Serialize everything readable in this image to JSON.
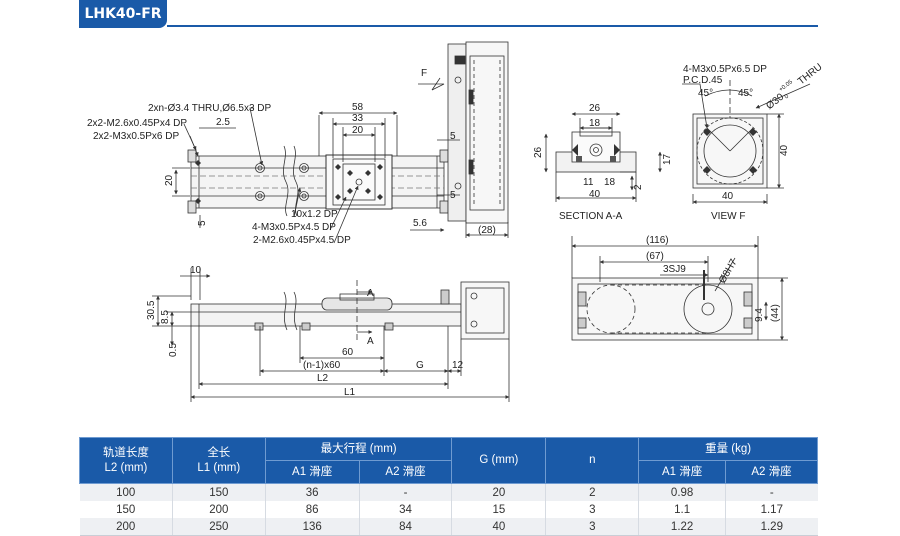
{
  "title": "LHK40-FR",
  "drawing": {
    "top_view": {
      "callouts": [
        "2xn-Ø3.4 THRU,Ø6.5x3 DP",
        "2x2-M2.6x0.45Px4 DP",
        "2x2-M3x0.5Px6 DP",
        "10x1.2 DP",
        "4-M3x0.5Px4.5 DP",
        "2-M2.6x0.45Px4.5 DP"
      ],
      "dims": {
        "d58": "58",
        "d33": "33",
        "d20a": "20",
        "d2_5": "2.5",
        "d20b": "20",
        "d5a": "5",
        "d5b": "5",
        "d5c": "5",
        "d5_6": "5.6",
        "d28": "(28)"
      },
      "arrow_label": "F"
    },
    "section_aa": {
      "label": "SECTION A-A",
      "dims": {
        "d26w": "26",
        "d18": "18",
        "d26h": "26",
        "d17": "17",
        "d11": "11",
        "d18b": "18",
        "d2": "2",
        "d40": "40"
      }
    },
    "view_f": {
      "label": "VIEW F",
      "callouts": [
        "4-M3x0.5Px6.5 DP",
        "P.C.D.45"
      ],
      "angle_a": "45°",
      "angle_b": "45°",
      "bore": "Ø30",
      "bore_tol_upper": "+0.05",
      "bore_tol_lower": "0",
      "bore_suffix": "THRU",
      "dims": {
        "d40h": "40",
        "d40w": "40"
      }
    },
    "side_view": {
      "dims": {
        "d10": "10",
        "d30_5": "30.5",
        "d8_5": "8.5",
        "d0_5": "0.5",
        "d60": "60",
        "dn60": "(n-1)x60",
        "dG": "G",
        "d12": "12",
        "dL2": "L2",
        "dL1": "L1"
      },
      "section_mark": "A"
    },
    "end_view": {
      "dims": {
        "d116": "(116)",
        "d67": "(67)",
        "d3sj9": "3SJ9",
        "d8h7": "Ø8H7",
        "d9_4": "9.4",
        "d44": "(44)"
      }
    }
  },
  "table": {
    "headers": {
      "rail_length": "轨道长度",
      "rail_length_unit": "L2 (mm)",
      "total_length": "全长",
      "total_length_unit": "L1 (mm)",
      "max_stroke": "最大行程 (mm)",
      "g": "G (mm)",
      "n": "n",
      "weight": "重量 (kg)",
      "a1_slider": "A1 滑座",
      "a2_slider": "A2 滑座",
      "a1_slider_w": "A1 滑座",
      "a2_slider_w": "A2 滑座"
    },
    "rows": [
      [
        "100",
        "150",
        "36",
        "-",
        "20",
        "2",
        "0.98",
        "-"
      ],
      [
        "150",
        "200",
        "86",
        "34",
        "15",
        "3",
        "1.1",
        "1.17"
      ],
      [
        "200",
        "250",
        "136",
        "84",
        "40",
        "3",
        "1.22",
        "1.29"
      ]
    ]
  }
}
